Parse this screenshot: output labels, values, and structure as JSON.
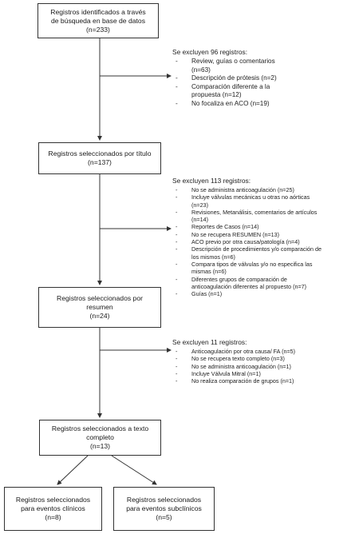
{
  "boxes": {
    "identified": {
      "line1": "Registros identificados a través",
      "line2": "de búsqueda en base de datos",
      "line3": "(n=233)"
    },
    "by_title": {
      "line1": "Registros seleccionados por título",
      "line2": "(n=137)"
    },
    "by_abstract": {
      "line1": "Registros seleccionados por",
      "line2": "resumen",
      "line3": "(n=24)"
    },
    "full_text": {
      "line1": "Registros seleccionados a texto",
      "line2": "completo",
      "line3": "(n=13)"
    },
    "clinical": {
      "line1": "Registros seleccionados",
      "line2": "para eventos clínicos",
      "line3": "(n=8)"
    },
    "subclinical": {
      "line1": "Registros seleccionados",
      "line2": "para eventos subclínicos",
      "line3": "(n=5)"
    }
  },
  "exclusions": {
    "first": {
      "header": "Se excluyen 96 registros:",
      "items": [
        "Review, guías o comentarios",
        "(n=63)",
        "Descripción de prótesis (n=2)",
        "Comparación diferente a la",
        "propuesta (n=12)",
        "No focaliza en ACO (n=19)"
      ]
    },
    "second": {
      "header": "Se excluyen 113 registros:",
      "items": [
        "No se administra anticoagulación (n=25)",
        "Incluye válvulas mecánicas u otras no aórticas",
        "(n=23)",
        "Revisiones, Metanálisis, comentarios de artículos",
        "(n=14)",
        "Reportes de Casos (n=14)",
        "No se recupera RESUMEN (n=13)",
        "ACO previo por otra causa/patología (n=4)",
        "Descripción de procedimientos y/o comparación de",
        "los mismos (n=6)",
        "Compara tipos de válvulas y/o no especifica las",
        "mismas (n=6)",
        "Diferentes grupos de comparación de",
        "anticoagulación diferentes al propuesto (n=7)",
        "Guías (n=1)"
      ]
    },
    "third": {
      "header": "Se excluyen 11 registros:",
      "items": [
        "Anticoagulación por otra causa/ FA (n=5)",
        "No se recupera texto completo (n=3)",
        "No se administra anticoagulación (n=1)",
        "Incluye Válvula Mitral (n=1)",
        "No realiza comparación de grupos (n=1)"
      ]
    }
  }
}
